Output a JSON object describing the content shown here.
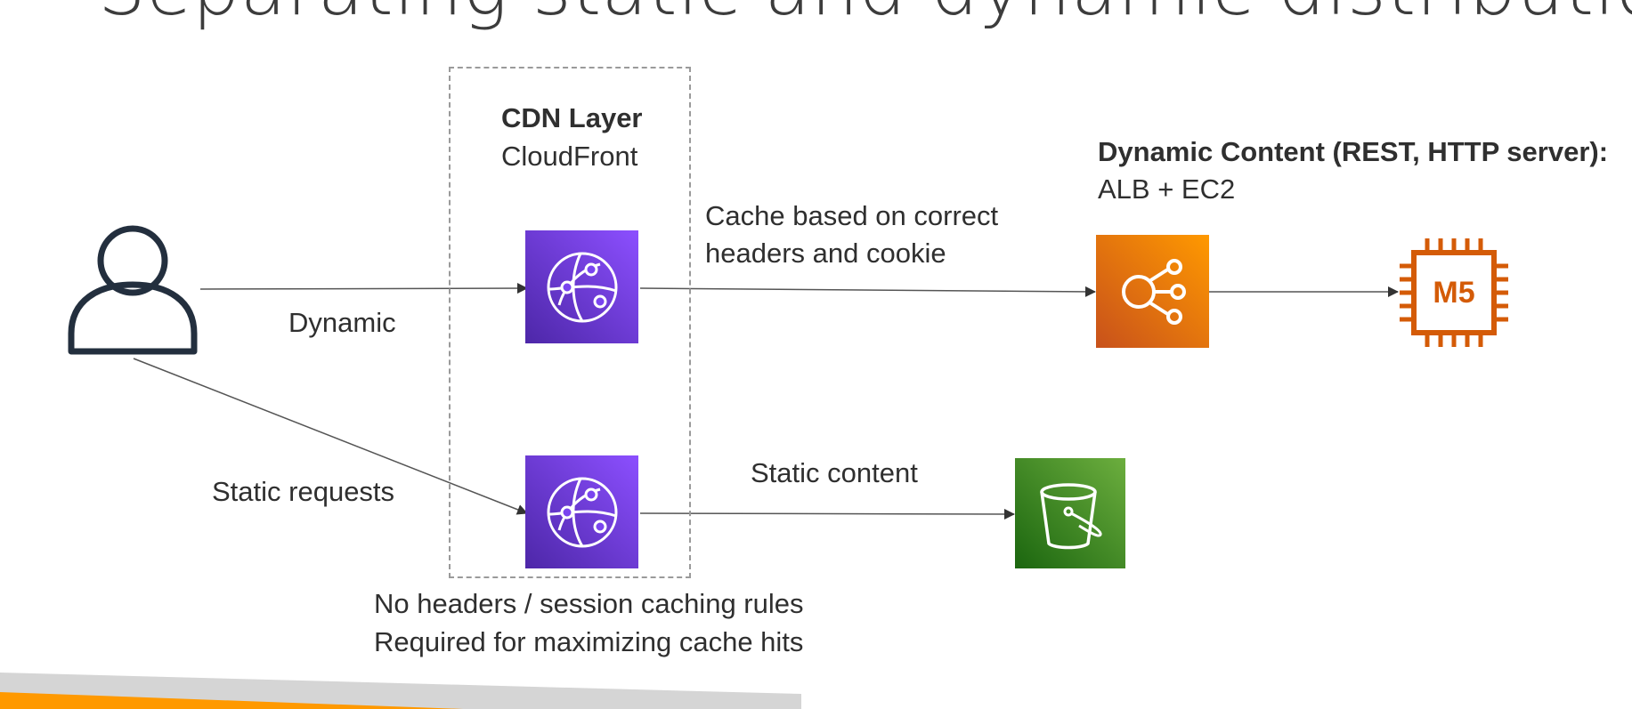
{
  "title": "Separating static and dynamic distribution",
  "cdn": {
    "heading": "CDN Layer",
    "service": "CloudFront"
  },
  "dynamic_target": {
    "heading": "Dynamic Content (REST, HTTP server):",
    "service": "ALB + EC2"
  },
  "edges": {
    "dynamic": "Dynamic",
    "static_requests": "Static requests",
    "cache_based_line1": "Cache based on correct",
    "cache_based_line2": "headers and cookie",
    "static_content": "Static content"
  },
  "note": {
    "line1": "No headers / session caching rules",
    "line2": "Required for maximizing cache hits"
  },
  "icons": {
    "user": "user-icon",
    "cloudfront": "cloudfront-icon",
    "alb": "load-balancer-icon",
    "ec2": "ec2-m5-instance-icon",
    "s3": "s3-bucket-icon"
  },
  "instance_label": "M5",
  "colors": {
    "cloudfront": "#8c4fff",
    "alb": "#ff9900",
    "ec2": "#d45b07",
    "s3": "#3f8624",
    "footer_orange": "#ff9900",
    "footer_gray": "#d5d5d5"
  }
}
